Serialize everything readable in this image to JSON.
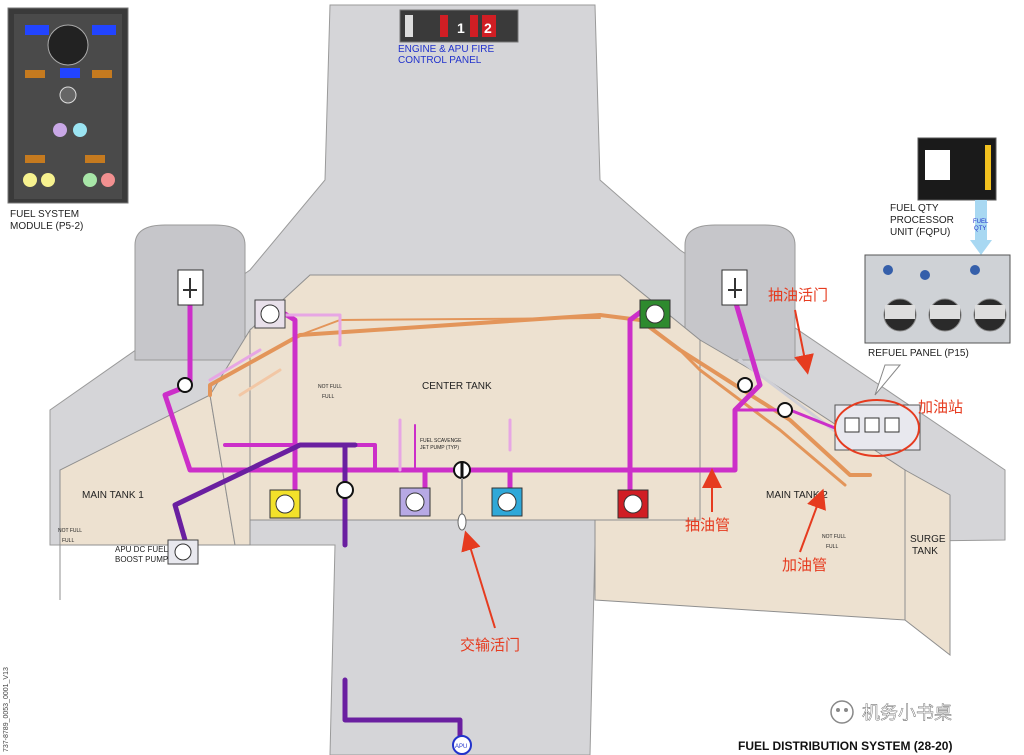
{
  "diagram": {
    "title": "FUEL DISTRIBUTION SYSTEM (28-20)",
    "doc_code": "737-8789_0053_0001_V13",
    "watermark": "机务小书桌",
    "labels": {
      "fuel_system_module": [
        "FUEL SYSTEM",
        "MODULE (P5-2)"
      ],
      "fire_panel": [
        "ENGINE & APU FIRE",
        "CONTROL PANEL"
      ],
      "fqpu": [
        "FUEL QTY",
        "PROCESSOR",
        "UNIT (FQPU)"
      ],
      "fuel_qty_line": [
        "FUEL",
        "QTY"
      ],
      "refuel_panel": "REFUEL PANEL (P15)",
      "center_tank": "CENTER TANK",
      "main_tank_1": "MAIN TANK 1",
      "main_tank_2": "MAIN TANK 2",
      "surge_tank": [
        "SURGE",
        "TANK"
      ],
      "apu_pump": [
        "APU DC FUEL",
        "BOOST PUMP"
      ],
      "scavenge_pump": [
        "FUEL SCAVENGE",
        "JET PUMP (TYP)"
      ],
      "not_full": "NOT FULL",
      "full": "FULL",
      "apu": "APU",
      "fire_handle_1": "1",
      "fire_handle_2": "2"
    },
    "annotations": {
      "defuel_valve": "抽油活门",
      "refuel_station": "加油站",
      "defuel_line": "抽油管",
      "refuel_line": "加油管",
      "crossfeed_valve": "交输活门"
    },
    "colors": {
      "fuselage": "#d5d5d8",
      "tank": "#ede1d0",
      "pipe_main": "#cc2fc9",
      "pipe_apu": "#6a1fa0",
      "pipe_refuel": "#e3955a",
      "annotation_red": "#e63b1f",
      "label_blue": "#2233cc"
    }
  }
}
